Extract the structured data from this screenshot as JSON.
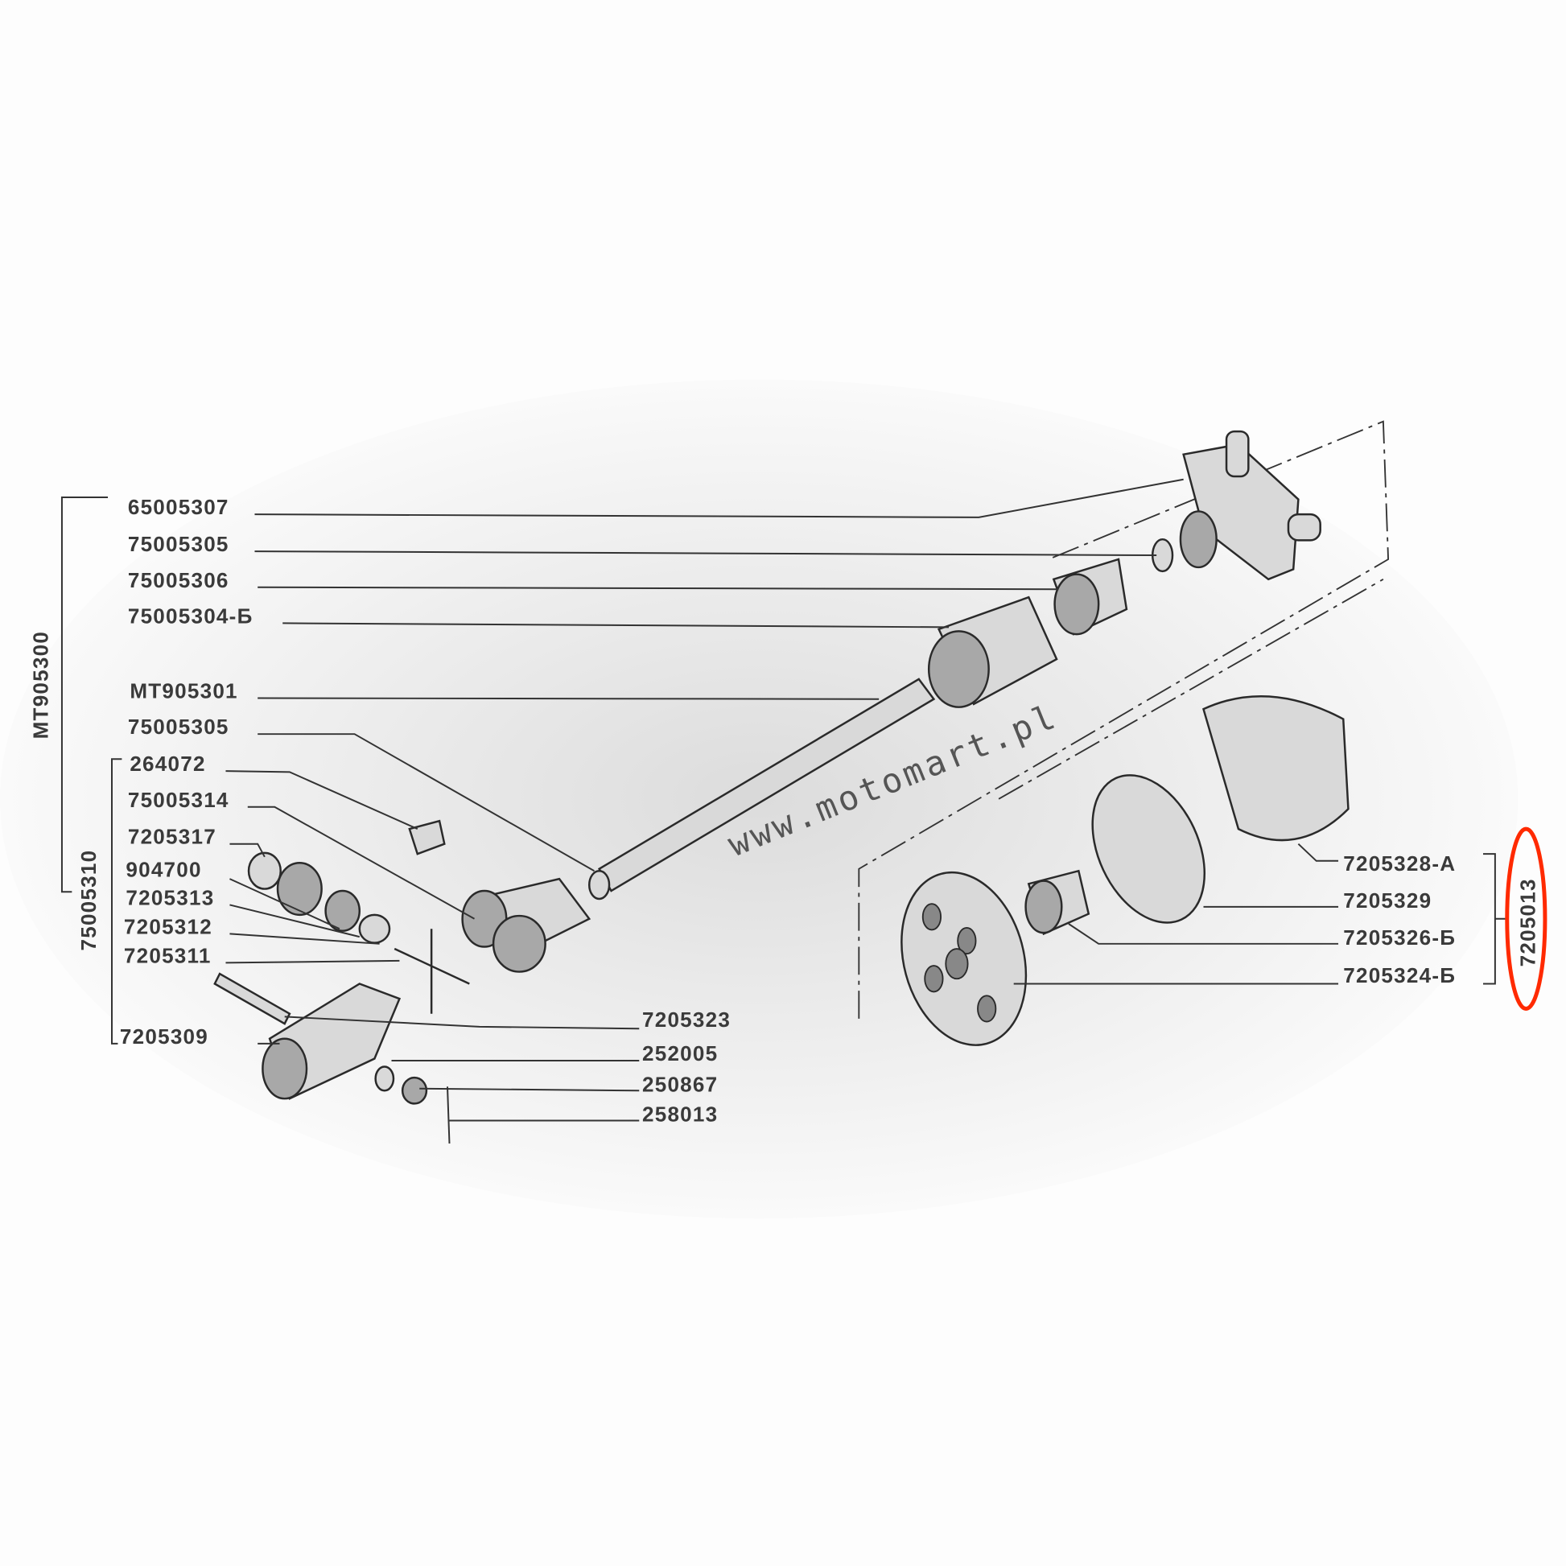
{
  "groups": {
    "main_assembly": "MT905300",
    "joint_assembly": "75005310",
    "damper_assembly": "7205013"
  },
  "left_labels": [
    "65005307",
    "75005305",
    "75005306",
    "75005304-Б",
    "MT905301",
    "75005305",
    "264072",
    "75005314",
    "7205317",
    "904700",
    "7205313",
    "7205312",
    "7205311",
    "7205309"
  ],
  "bottom_labels": [
    "7205323",
    "252005",
    "250867",
    "258013"
  ],
  "right_labels": [
    "7205328-А",
    "7205329",
    "7205326-Б",
    "7205324-Б"
  ],
  "watermark": "www.motomart.pl",
  "highlight_color": "#ff2a00"
}
